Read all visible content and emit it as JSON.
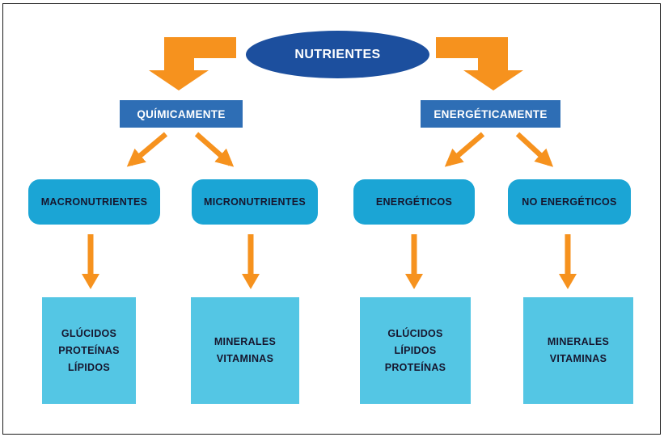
{
  "diagram": {
    "root": {
      "label": "NUTRIENTES"
    },
    "branches": [
      {
        "label": "QUÍMICAMENTE"
      },
      {
        "label": "ENERGÉTICAMENTE"
      }
    ],
    "categories": [
      {
        "label": "MACRONUTRIENTES"
      },
      {
        "label": "MICRONUTRIENTES"
      },
      {
        "label": "ENERGÉTICOS"
      },
      {
        "label": "NO ENERGÉTICOS"
      }
    ],
    "leaves": [
      {
        "lines": [
          "GLÚCIDOS",
          "PROTEÍNAS",
          "LÍPIDOS"
        ]
      },
      {
        "lines": [
          "MINERALES",
          "VITAMINAS"
        ]
      },
      {
        "lines": [
          "GLÚCIDOS",
          "LÍPIDOS",
          "PROTEÍNAS"
        ]
      },
      {
        "lines": [
          "MINERALES",
          "VITAMINAS"
        ]
      }
    ]
  },
  "colors": {
    "root_fill": "#1c4f9e",
    "branch_fill": "#2e6eb5",
    "category_fill": "#1ba5d5",
    "leaf_fill": "#54c6e4",
    "arrow_orange": "#f6921e",
    "dark_text": "#16162e",
    "light_text": "#ffffff",
    "frame_border": "#1c1c1c"
  }
}
